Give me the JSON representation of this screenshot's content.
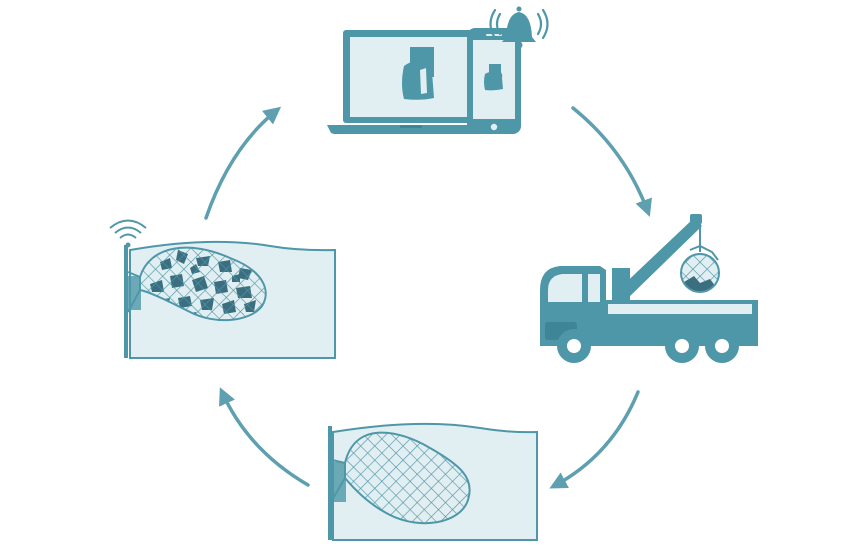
{
  "diagram": {
    "type": "cycle",
    "stages": [
      {
        "id": "notification",
        "icons": [
          "laptop-icon",
          "smartphone-icon",
          "bell-icon"
        ]
      },
      {
        "id": "collection",
        "icons": [
          "crane-truck-icon",
          "full-net-bag-icon"
        ]
      },
      {
        "id": "empty-net",
        "icons": [
          "water-box-icon",
          "empty-net-icon"
        ]
      },
      {
        "id": "full-net-sensor",
        "icons": [
          "water-box-icon",
          "full-net-icon",
          "wifi-signal-icon"
        ]
      }
    ],
    "arrows": [
      "clockwise",
      "clockwise",
      "clockwise",
      "clockwise"
    ]
  },
  "colors": {
    "primary": "#4e97a8",
    "dark": "#3e8697",
    "light": "#e1eef2",
    "arrow": "#5e9fb0",
    "debris": "#3b6f80",
    "white": "#ffffff"
  }
}
